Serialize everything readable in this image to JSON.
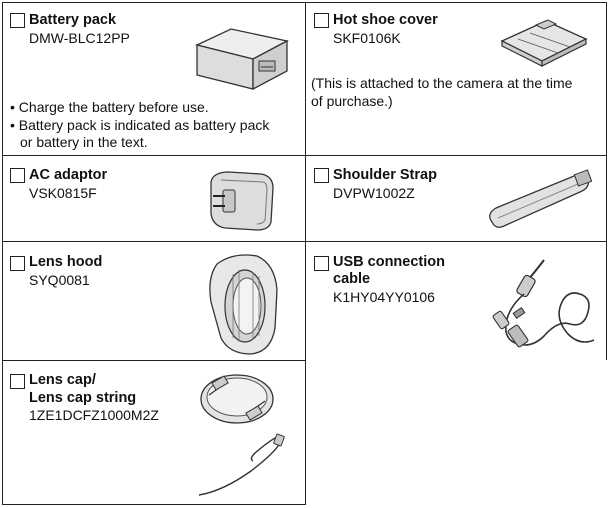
{
  "items": [
    {
      "title": "Battery pack",
      "code": "DMW-BLC12PP"
    },
    {
      "title": "Hot shoe cover",
      "code": "SKF0106K"
    },
    {
      "title": "AC adaptor",
      "code": "VSK0815F"
    },
    {
      "title": "Shoulder Strap",
      "code": "DVPW1002Z"
    },
    {
      "title": "Lens hood",
      "code": "SYQ0081"
    },
    {
      "title_line1": "USB connection",
      "title_line2": "cable",
      "code": "K1HY04YY0106"
    },
    {
      "title_line1": "Lens cap/",
      "title_line2": "Lens cap string",
      "code": "1ZE1DCFZ1000M2Z"
    }
  ],
  "battery_notes": [
    "• Charge the battery before use.",
    "• Battery pack is indicated as battery pack",
    "or battery in the text."
  ],
  "hotshoe_note_line1": "(This is attached to the camera at the time",
  "hotshoe_note_line2": "of purchase.)"
}
